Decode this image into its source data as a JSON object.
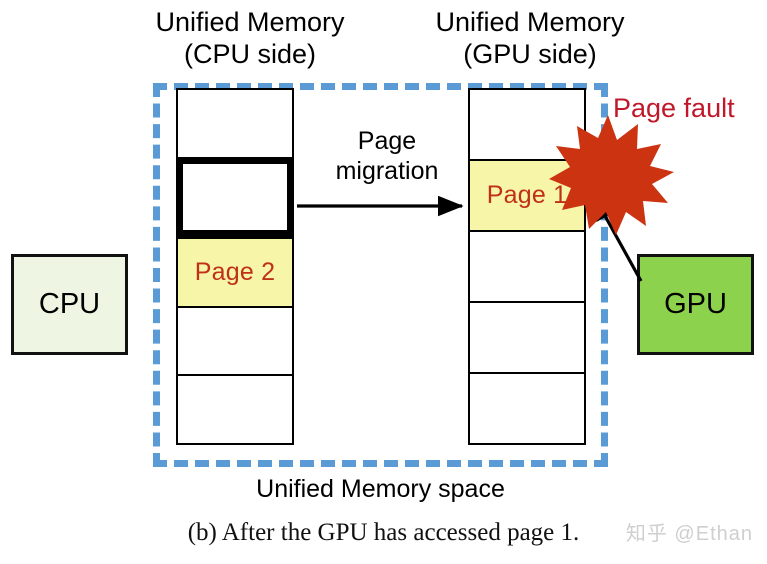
{
  "figure": {
    "caption": "(b) After the GPU has accessed page 1.",
    "watermark": "知乎 @Ethan"
  },
  "titles": {
    "cpu_side": "Unified Memory\n(CPU side)",
    "gpu_side": "Unified Memory\n(GPU side)"
  },
  "region": {
    "caption": "Unified Memory space",
    "border_color": "#5b9bd5"
  },
  "annotations": {
    "migration": "Page\nmigration",
    "page_fault": "Page fault",
    "page_fault_color": "#c0182a",
    "starburst_color": "#cc3311"
  },
  "chips": {
    "cpu": {
      "label": "CPU",
      "color": "#eef5e3"
    },
    "gpu": {
      "label": "GPU",
      "color": "#8cd24c"
    }
  },
  "memory": {
    "highlight_color": "#f7f6a8",
    "page_text_color": "#c03018",
    "cpu_cells": [
      {
        "label": "",
        "highlight": false,
        "thick": false
      },
      {
        "label": "",
        "highlight": false,
        "thick": true
      },
      {
        "label": "Page 2",
        "highlight": true,
        "thick": false
      },
      {
        "label": "",
        "highlight": false,
        "thick": false
      },
      {
        "label": "",
        "highlight": false,
        "thick": false
      }
    ],
    "gpu_cells": [
      {
        "label": "",
        "highlight": false,
        "thick": false
      },
      {
        "label": "Page 1",
        "highlight": true,
        "thick": false
      },
      {
        "label": "",
        "highlight": false,
        "thick": false
      },
      {
        "label": "",
        "highlight": false,
        "thick": false
      },
      {
        "label": "",
        "highlight": false,
        "thick": false
      }
    ]
  }
}
